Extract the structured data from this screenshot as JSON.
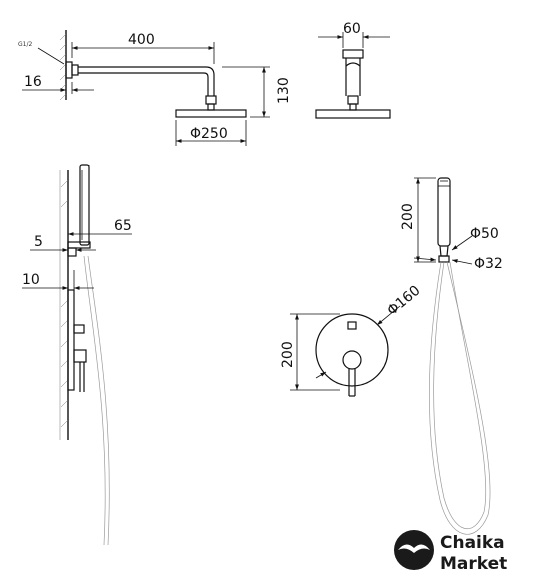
{
  "dimensions": {
    "arm_length": "400",
    "arm_wall_depth": "16",
    "arm_height": "130",
    "rain_head_diameter": "Φ250",
    "side_width": "60",
    "holder_depth": "65",
    "holder_offset": "5",
    "mixer_depth": "10",
    "hand_shower_length": "200",
    "hand_shower_head": "Φ50",
    "hand_shower_handle": "Φ32",
    "mixer_plate_diameter": "Φ160",
    "mixer_plate_height": "200",
    "thread_size": "G1/2"
  },
  "logo": {
    "line1": "Chaika",
    "line2": "Market",
    "icon": "seagull-icon"
  }
}
